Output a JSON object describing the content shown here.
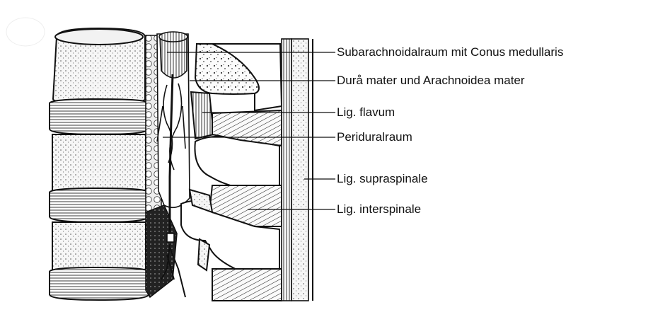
{
  "diagram": {
    "labels": [
      {
        "id": "subarachnoid",
        "text": "Subarachnoidalraum mit Conus medullaris"
      },
      {
        "id": "dura",
        "text": "Durå mater und Arachnoidea mater"
      },
      {
        "id": "flavum",
        "text": "Lig. flavum"
      },
      {
        "id": "peridural",
        "text": "Periduralraum"
      },
      {
        "id": "supraspinale",
        "text": "Lig. supraspinale"
      },
      {
        "id": "interspinale",
        "text": "Lig. interspinale"
      }
    ]
  }
}
